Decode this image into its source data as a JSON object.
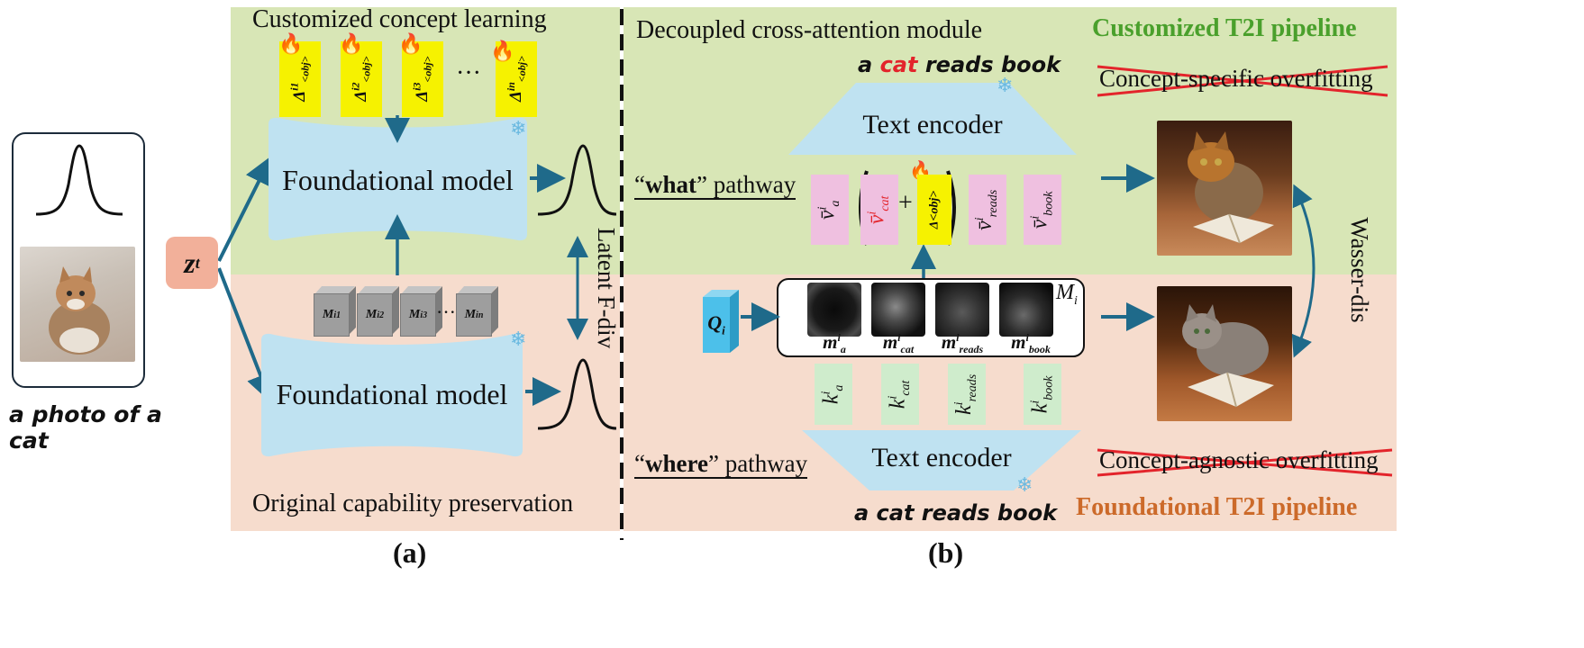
{
  "input": {
    "caption": "a photo of a cat",
    "latent_label": "z",
    "latent_sub": "t"
  },
  "panel_a": {
    "top_title": "Customized concept learning",
    "bottom_title": "Original capability preservation",
    "model_top_label": "Foundational model",
    "model_bottom_label": "Foundational model",
    "token_labels": [
      "Δ",
      "Δ",
      "Δ",
      "Δ"
    ],
    "token_subs": [
      "i1",
      "i2",
      "i3",
      "in"
    ],
    "token_obj": "<obj>",
    "ellipsis": "···",
    "blocks": [
      "M",
      "M",
      "M",
      "M"
    ],
    "block_subs": [
      "i1",
      "i2",
      "i3",
      "in"
    ],
    "divergence_label": "Latent F-div",
    "caption": "(a)"
  },
  "panel_b": {
    "title": "Decoupled cross-attention module",
    "prompt_top_parts": [
      "a ",
      "cat",
      " reads book"
    ],
    "prompt_bottom": "a cat reads book",
    "encoder_top": "Text encoder",
    "encoder_bottom": "Text encoder",
    "what_pathway": {
      "q_open": "“",
      "bold": "what",
      "q_close": "”",
      "rest": " pathway"
    },
    "where_pathway": {
      "q_open": "“",
      "bold": "where",
      "q_close": "”",
      "rest": " pathway"
    },
    "v_tokens": [
      "v̄ᵢ a",
      "v̄ᵢ cat",
      "v̄ᵢ reads",
      "v̄ᵢ book"
    ],
    "v_subs": [
      "a",
      "cat",
      "reads",
      "book"
    ],
    "plus": "+",
    "delta_token": "Δ<obj>",
    "query_label": "Q",
    "query_sub": "i",
    "maps_label": "M",
    "maps_sub": "i",
    "m_subs": [
      "a",
      "cat",
      "reads",
      "book"
    ],
    "k_subs": [
      "a",
      "cat",
      "reads",
      "book"
    ],
    "caption": "(b)"
  },
  "right": {
    "top_pipeline": "Customized T2I pipeline",
    "bottom_pipeline": "Foundational T2I pipeline",
    "top_struck": "Concept-specific overfitting",
    "bottom_struck": "Concept-agnostic overfitting",
    "distance_label": "Wasser-dis"
  },
  "colors": {
    "green_bg": "#d8e6b6",
    "pink_bg": "#f6dccd",
    "model_blue": "#bfe2f1",
    "arrow": "#1f6a8a",
    "highlight_yellow": "#f6f200",
    "token_pink": "#efc0e0",
    "token_green": "#cfeccc",
    "pipeline_green": "#4aa02c",
    "pipeline_orange": "#cc6a2a",
    "strike_red": "#e3242b",
    "zt_orange": "#f2b09a",
    "query_blue": "#4cc0ea"
  },
  "icons": [
    "fire-icon",
    "snowflake-icon",
    "gaussian-curve-icon",
    "cat-photo-icon"
  ]
}
